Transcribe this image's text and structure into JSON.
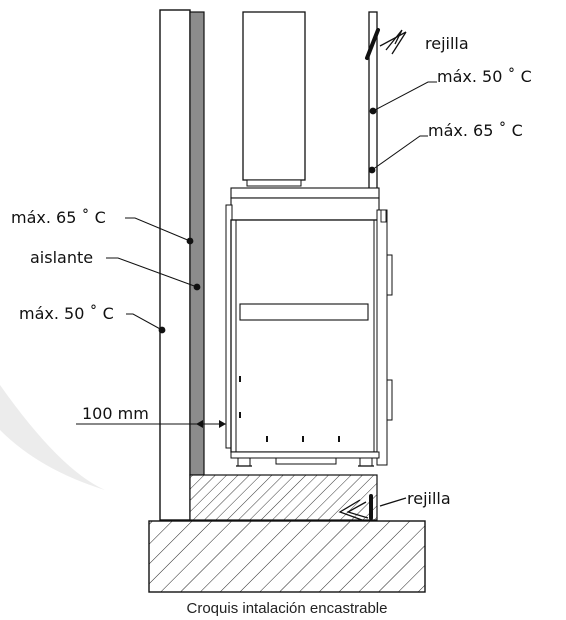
{
  "labels": {
    "grille_top": "rejilla",
    "temp_top_50": "máx. 50 ˚ C",
    "temp_top_65": "máx. 65 ˚ C",
    "temp_left_65": "máx. 65 ˚ C",
    "insulation": "aislante",
    "temp_left_50": "máx. 50 ˚ C",
    "clearance": "100 mm",
    "grille_bottom": "rejilla"
  },
  "caption": "Croquis intalación encastrable",
  "colors": {
    "line": "#111111",
    "insulation_fill": "#8c8c8c",
    "watermark": "#e9e9e9"
  }
}
